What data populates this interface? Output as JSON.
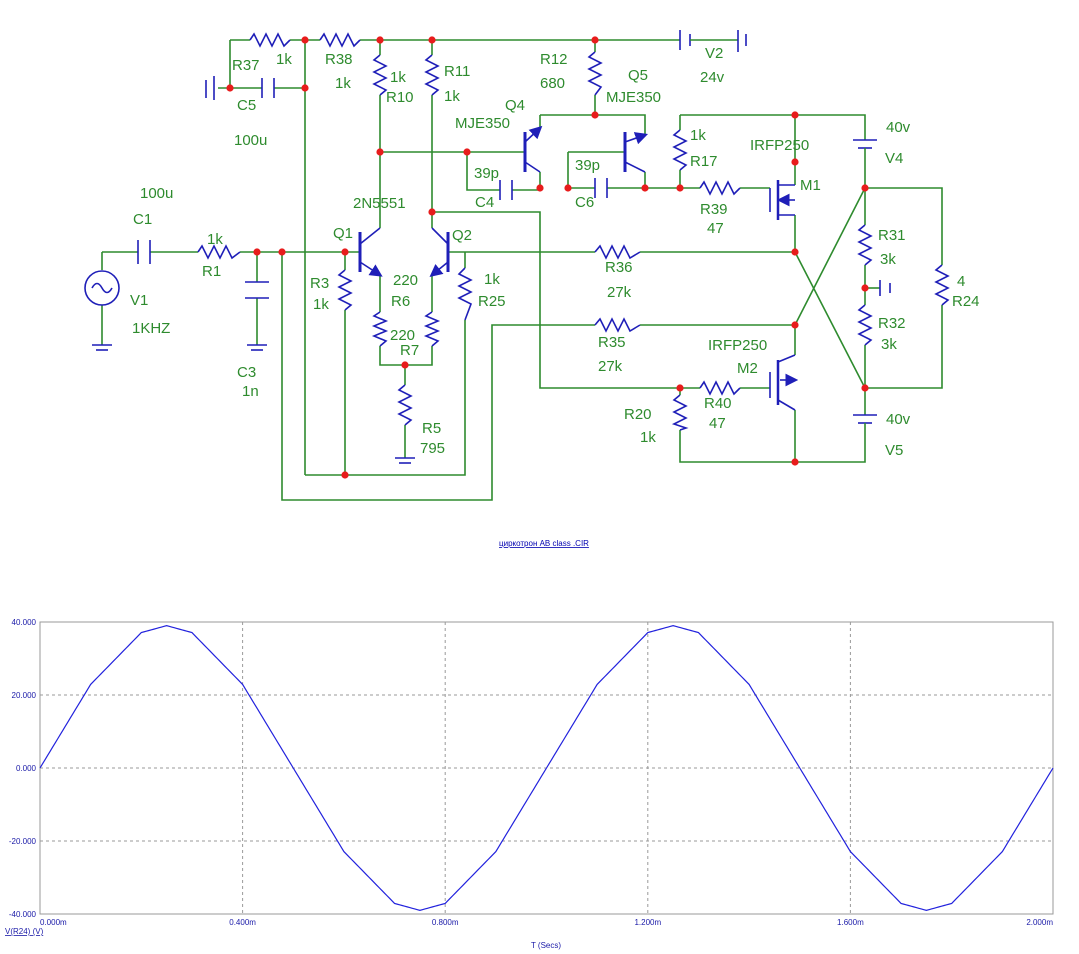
{
  "schematic": {
    "title": "циркотрон AB class .CIR",
    "labels": [
      {
        "id": "R37",
        "t": "R37"
      },
      {
        "id": "R37v",
        "t": "1k"
      },
      {
        "id": "R38",
        "t": "R38"
      },
      {
        "id": "R38v",
        "t": "1k"
      },
      {
        "id": "C5",
        "t": "C5"
      },
      {
        "id": "C5v",
        "t": "100u"
      },
      {
        "id": "R10v",
        "t": "1k"
      },
      {
        "id": "R10",
        "t": "R10"
      },
      {
        "id": "R11",
        "t": "R11"
      },
      {
        "id": "R11v",
        "t": "1k"
      },
      {
        "id": "R12",
        "t": "R12"
      },
      {
        "id": "R12v",
        "t": "680"
      },
      {
        "id": "V2",
        "t": "V2"
      },
      {
        "id": "V2v",
        "t": "24v"
      },
      {
        "id": "Q4",
        "t": "Q4"
      },
      {
        "id": "Q4m",
        "t": "MJE350"
      },
      {
        "id": "Q5",
        "t": "Q5"
      },
      {
        "id": "Q5m",
        "t": "MJE350"
      },
      {
        "id": "R17v",
        "t": "1k"
      },
      {
        "id": "R17",
        "t": "R17"
      },
      {
        "id": "M1m",
        "t": "IRFP250"
      },
      {
        "id": "M1",
        "t": "M1"
      },
      {
        "id": "V4v",
        "t": "40v"
      },
      {
        "id": "V4",
        "t": "V4"
      },
      {
        "id": "C4v",
        "t": "39p"
      },
      {
        "id": "C4",
        "t": "C4"
      },
      {
        "id": "C6v",
        "t": "39p"
      },
      {
        "id": "C6",
        "t": "C6"
      },
      {
        "id": "R39",
        "t": "R39"
      },
      {
        "id": "R39v",
        "t": "47"
      },
      {
        "id": "C1v",
        "t": "100u"
      },
      {
        "id": "C1",
        "t": "C1"
      },
      {
        "id": "R1v",
        "t": "1k"
      },
      {
        "id": "R1",
        "t": "R1"
      },
      {
        "id": "V1",
        "t": "V1"
      },
      {
        "id": "V1v",
        "t": "1KHZ"
      },
      {
        "id": "Q1m",
        "t": "2N5551"
      },
      {
        "id": "Q1",
        "t": "Q1"
      },
      {
        "id": "Q2",
        "t": "Q2"
      },
      {
        "id": "R3",
        "t": "R3"
      },
      {
        "id": "R3v",
        "t": "1k"
      },
      {
        "id": "R6v",
        "t": "220"
      },
      {
        "id": "R6",
        "t": "R6"
      },
      {
        "id": "R25v",
        "t": "1k"
      },
      {
        "id": "R25",
        "t": "R25"
      },
      {
        "id": "R7v",
        "t": "220"
      },
      {
        "id": "R7",
        "t": "R7"
      },
      {
        "id": "R36",
        "t": "R36"
      },
      {
        "id": "R36v",
        "t": "27k"
      },
      {
        "id": "R31",
        "t": "R31"
      },
      {
        "id": "R31v",
        "t": "3k"
      },
      {
        "id": "R24v",
        "t": "4"
      },
      {
        "id": "R24",
        "t": "R24"
      },
      {
        "id": "R32",
        "t": "R32"
      },
      {
        "id": "R32v",
        "t": "3k"
      },
      {
        "id": "R35",
        "t": "R35"
      },
      {
        "id": "R35v",
        "t": "27k"
      },
      {
        "id": "M2m",
        "t": "IRFP250"
      },
      {
        "id": "M2",
        "t": "M2"
      },
      {
        "id": "C3",
        "t": "C3"
      },
      {
        "id": "C3v",
        "t": "1n"
      },
      {
        "id": "R5",
        "t": "R5"
      },
      {
        "id": "R5v",
        "t": "795"
      },
      {
        "id": "R20",
        "t": "R20"
      },
      {
        "id": "R20v",
        "t": "1k"
      },
      {
        "id": "R40",
        "t": "R40"
      },
      {
        "id": "R40v",
        "t": "47"
      },
      {
        "id": "V5v",
        "t": "40v"
      },
      {
        "id": "V5",
        "t": "V5"
      }
    ],
    "colors": {
      "wire": "#2e8b2e",
      "component": "#1f1fb8",
      "node": "#e81c1c"
    }
  },
  "chart_data": {
    "type": "line",
    "xlabel": "T (Secs)",
    "ylabel": "V(R24) (V)",
    "xlim": [
      0,
      0.002
    ],
    "ylim": [
      -40,
      40
    ],
    "x_ticks": [
      "0.000m",
      "0.400m",
      "0.800m",
      "1.200m",
      "1.600m",
      "2.000m"
    ],
    "y_ticks": [
      "40.000",
      "20.000",
      "0.000",
      "-20.000",
      "-40.000"
    ],
    "grid": true,
    "series": [
      {
        "name": "V(R24) (V)",
        "color": "#2222dd",
        "x": [
          0,
          0.0001,
          0.0002,
          0.00025,
          0.0003,
          0.0004,
          0.0005,
          0.0006,
          0.0007,
          0.00075,
          0.0008,
          0.0009,
          0.001,
          0.0011,
          0.0012,
          0.00125,
          0.0013,
          0.0014,
          0.0015,
          0.0016,
          0.0017,
          0.00175,
          0.0018,
          0.0019,
          0.002
        ],
        "y": [
          0,
          22.9,
          37.1,
          39,
          37.1,
          22.9,
          0,
          -22.9,
          -37.1,
          -39,
          -37.1,
          -22.9,
          0,
          22.9,
          37.1,
          39,
          37.1,
          22.9,
          0,
          -22.9,
          -37.1,
          -39,
          -37.1,
          -22.9,
          0
        ]
      }
    ]
  }
}
